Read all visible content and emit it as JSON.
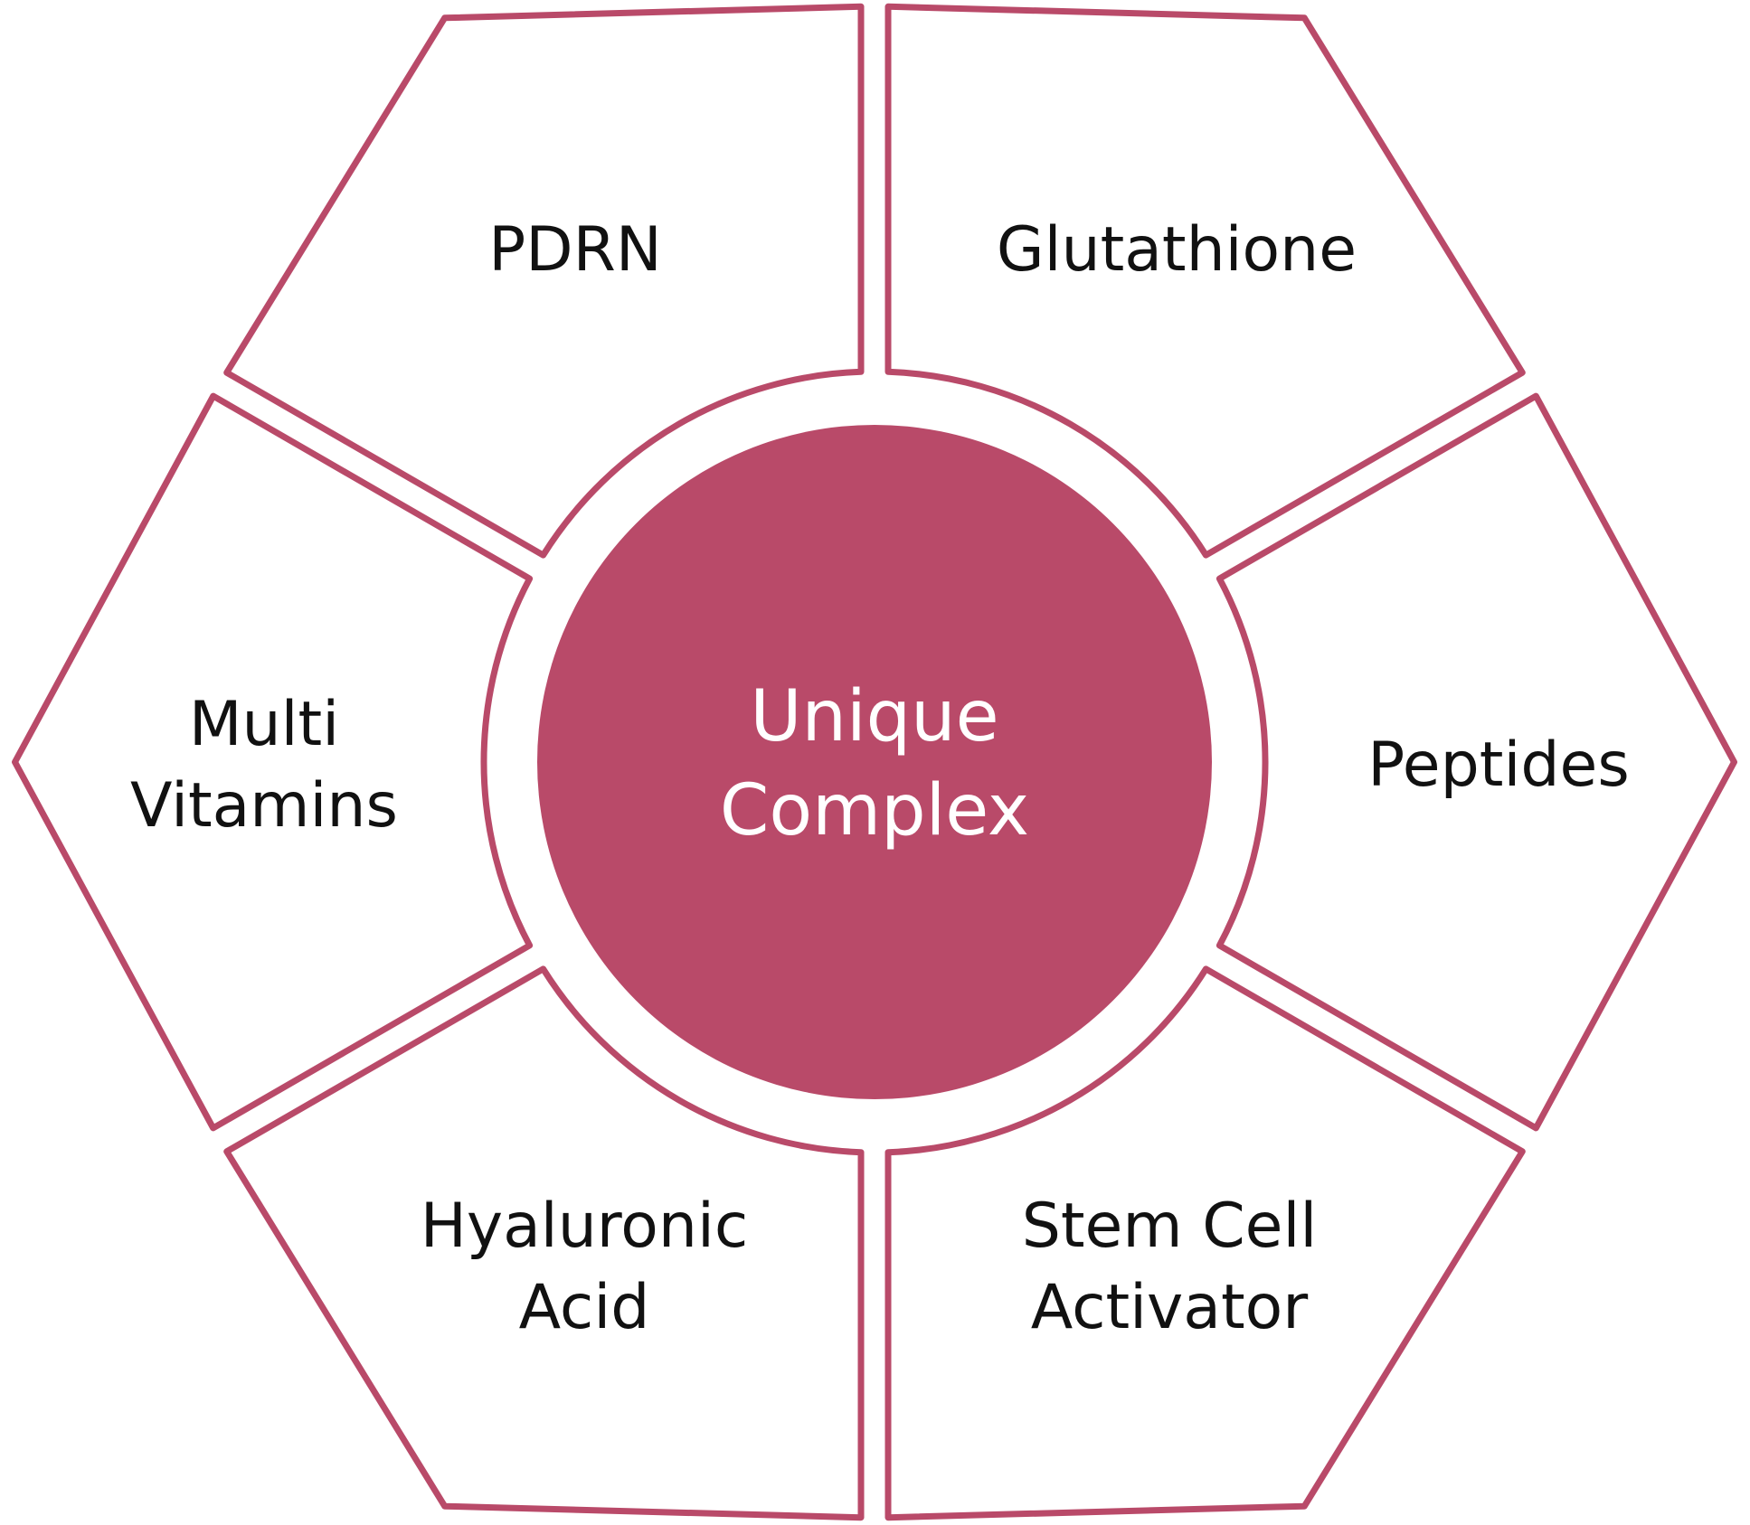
{
  "colors": {
    "accent": "#b94a69",
    "segment_fill": "#ffffff",
    "text_dark": "#111111",
    "text_light": "#ffffff"
  },
  "center": {
    "lines": [
      "Unique",
      "Complex"
    ]
  },
  "segments": [
    {
      "id": "pdrn",
      "lines": [
        "PDRN"
      ]
    },
    {
      "id": "glutathione",
      "lines": [
        "Glutathione"
      ]
    },
    {
      "id": "peptides",
      "lines": [
        "Peptides"
      ]
    },
    {
      "id": "stem-cell-activator",
      "lines": [
        "Stem Cell",
        "Activator"
      ]
    },
    {
      "id": "hyaluronic-acid",
      "lines": [
        "Hyaluronic",
        "Acid"
      ]
    },
    {
      "id": "multi-vitamins",
      "lines": [
        "Multi",
        "Vitamins"
      ]
    }
  ]
}
